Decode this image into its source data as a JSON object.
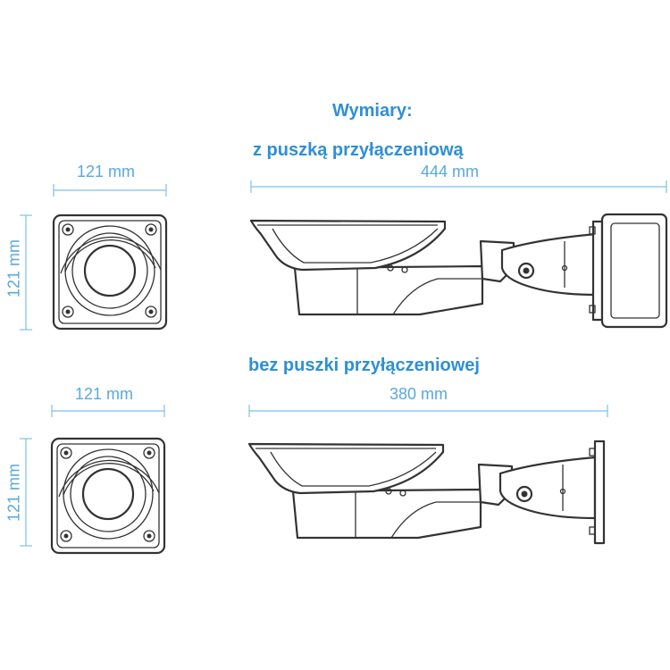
{
  "heading": "Wymiary:",
  "section_with_box": {
    "title": "z puszką przyłączeniową",
    "front_width": "121 mm",
    "front_height": "121 mm",
    "side_length": "444 mm"
  },
  "section_without_box": {
    "title": "bez puszki przyłączeniowej",
    "front_width": "121 mm",
    "front_height": "121 mm",
    "side_length": "380 mm"
  },
  "colors": {
    "accent": "#2e8fd6",
    "dimension_line": "#7cc0ea",
    "outline": "#333333"
  }
}
